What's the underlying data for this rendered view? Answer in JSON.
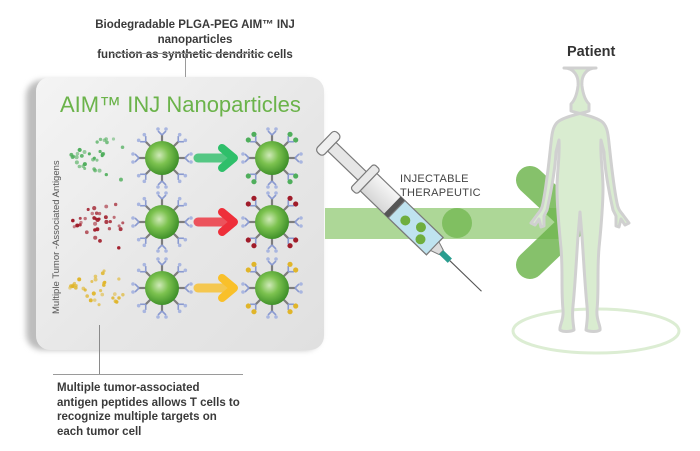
{
  "top_caption": {
    "line1": "Biodegradable PLGA-PEG AIM™ INJ nanoparticles",
    "line2": "function as synthetic dendritic cells"
  },
  "panel": {
    "title": "AIM™ INJ Nanoparticles",
    "side_label": "Multiple Tumor -Associated Antigens",
    "rows": [
      {
        "antigen": "green",
        "antigen_color": "#4fae5c",
        "arrow_color": "#2fbf6a"
      },
      {
        "antigen": "red",
        "antigen_color": "#a01c2a",
        "arrow_color": "#ee2f3a"
      },
      {
        "antigen": "yellow",
        "antigen_color": "#e0b52a",
        "arrow_color": "#f9c02a"
      }
    ]
  },
  "bottom_caption": {
    "line1": "Multiple tumor-associated",
    "line2": "antigen peptides allows T cells to",
    "line3": "recognize multiple targets on",
    "line4": "each tumor cell"
  },
  "inject_label": {
    "line1": "INJECTABLE",
    "line2": "THERAPEUTIC"
  },
  "patient_label": "Patient",
  "colors": {
    "brand_green": "#6bb34a",
    "particle_green": "#5aaa3a",
    "band_green": "#8cc66f",
    "patient_fill": "#d9ecd0",
    "patient_outline": "#d4d4d4"
  }
}
